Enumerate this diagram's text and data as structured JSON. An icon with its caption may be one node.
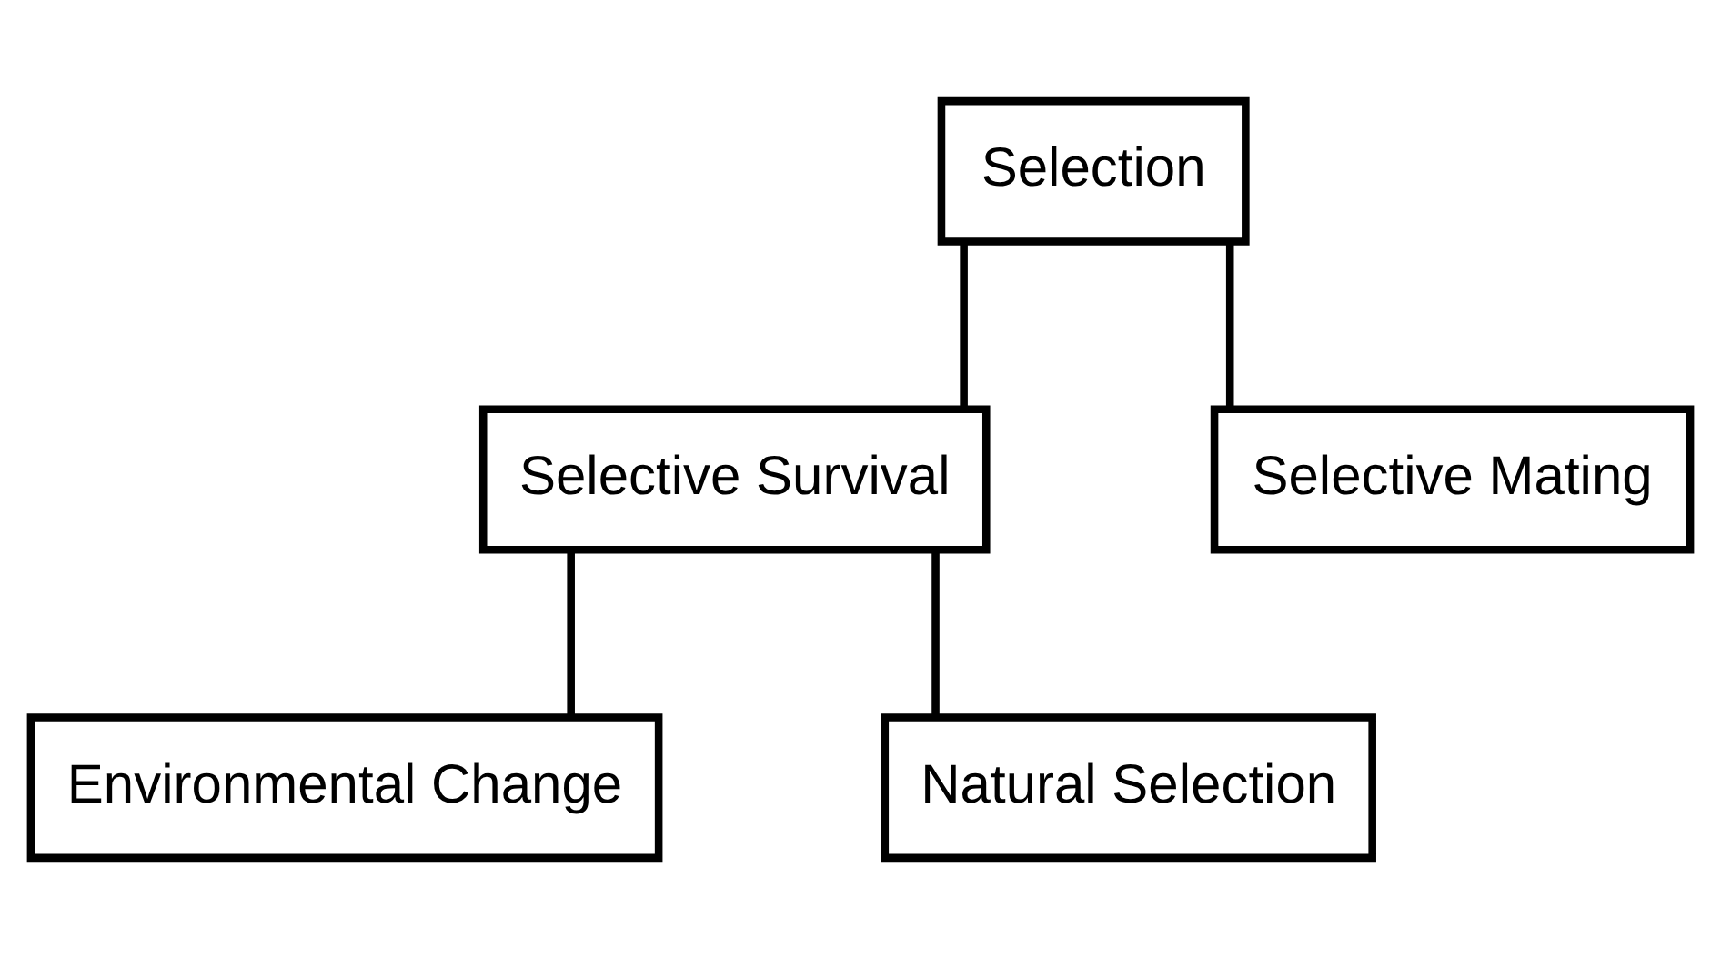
{
  "diagram": {
    "nodes": [
      {
        "text": [
          "Selection"
        ]
      },
      {
        "text": [
          "Selective Survival"
        ]
      },
      {
        "text": [
          "Selective Mating"
        ]
      },
      {
        "text": [
          "Environmental Change"
        ]
      },
      {
        "text": [
          "Natural Selection"
        ]
      }
    ],
    "edges": [
      {
        "from": 0,
        "to": 1,
        "arrow": "none"
      },
      {
        "from": 0,
        "to": 2,
        "arrow": "none"
      },
      {
        "from": 1,
        "to": 3,
        "arrow": "none"
      },
      {
        "from": 1,
        "to": 4,
        "arrow": "none"
      }
    ]
  }
}
